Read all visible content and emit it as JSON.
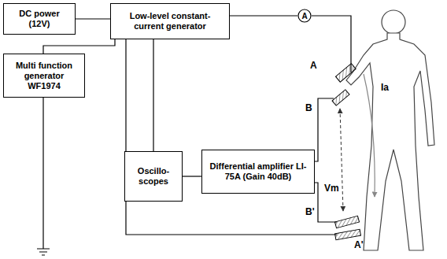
{
  "diagram": {
    "nodes": [
      {
        "text": [
          "DC power (12V)"
        ]
      },
      {
        "text": [
          "Low-level constant-current generator"
        ]
      },
      {
        "text": [
          "A"
        ]
      },
      {
        "text": [
          "Multi function generator WF1974"
        ]
      },
      {
        "text": [
          "Oscillo-scopes"
        ]
      },
      {
        "text": [
          "Differential amplifier LI-75A (Gain 40dB)"
        ]
      }
    ],
    "edges": [
      {
        "from": 0,
        "to": 1,
        "arrow": "none"
      },
      {
        "from": 1,
        "to": 2,
        "arrow": "none"
      },
      {
        "from": 3,
        "to": 1,
        "arrow": "none"
      },
      {
        "from": 1,
        "to": 4,
        "arrow": "none"
      },
      {
        "from": 4,
        "to": 5,
        "arrow": "none"
      }
    ],
    "labels": [
      "A",
      "B",
      "Ia",
      "Vm",
      "B'",
      "A'"
    ]
  }
}
